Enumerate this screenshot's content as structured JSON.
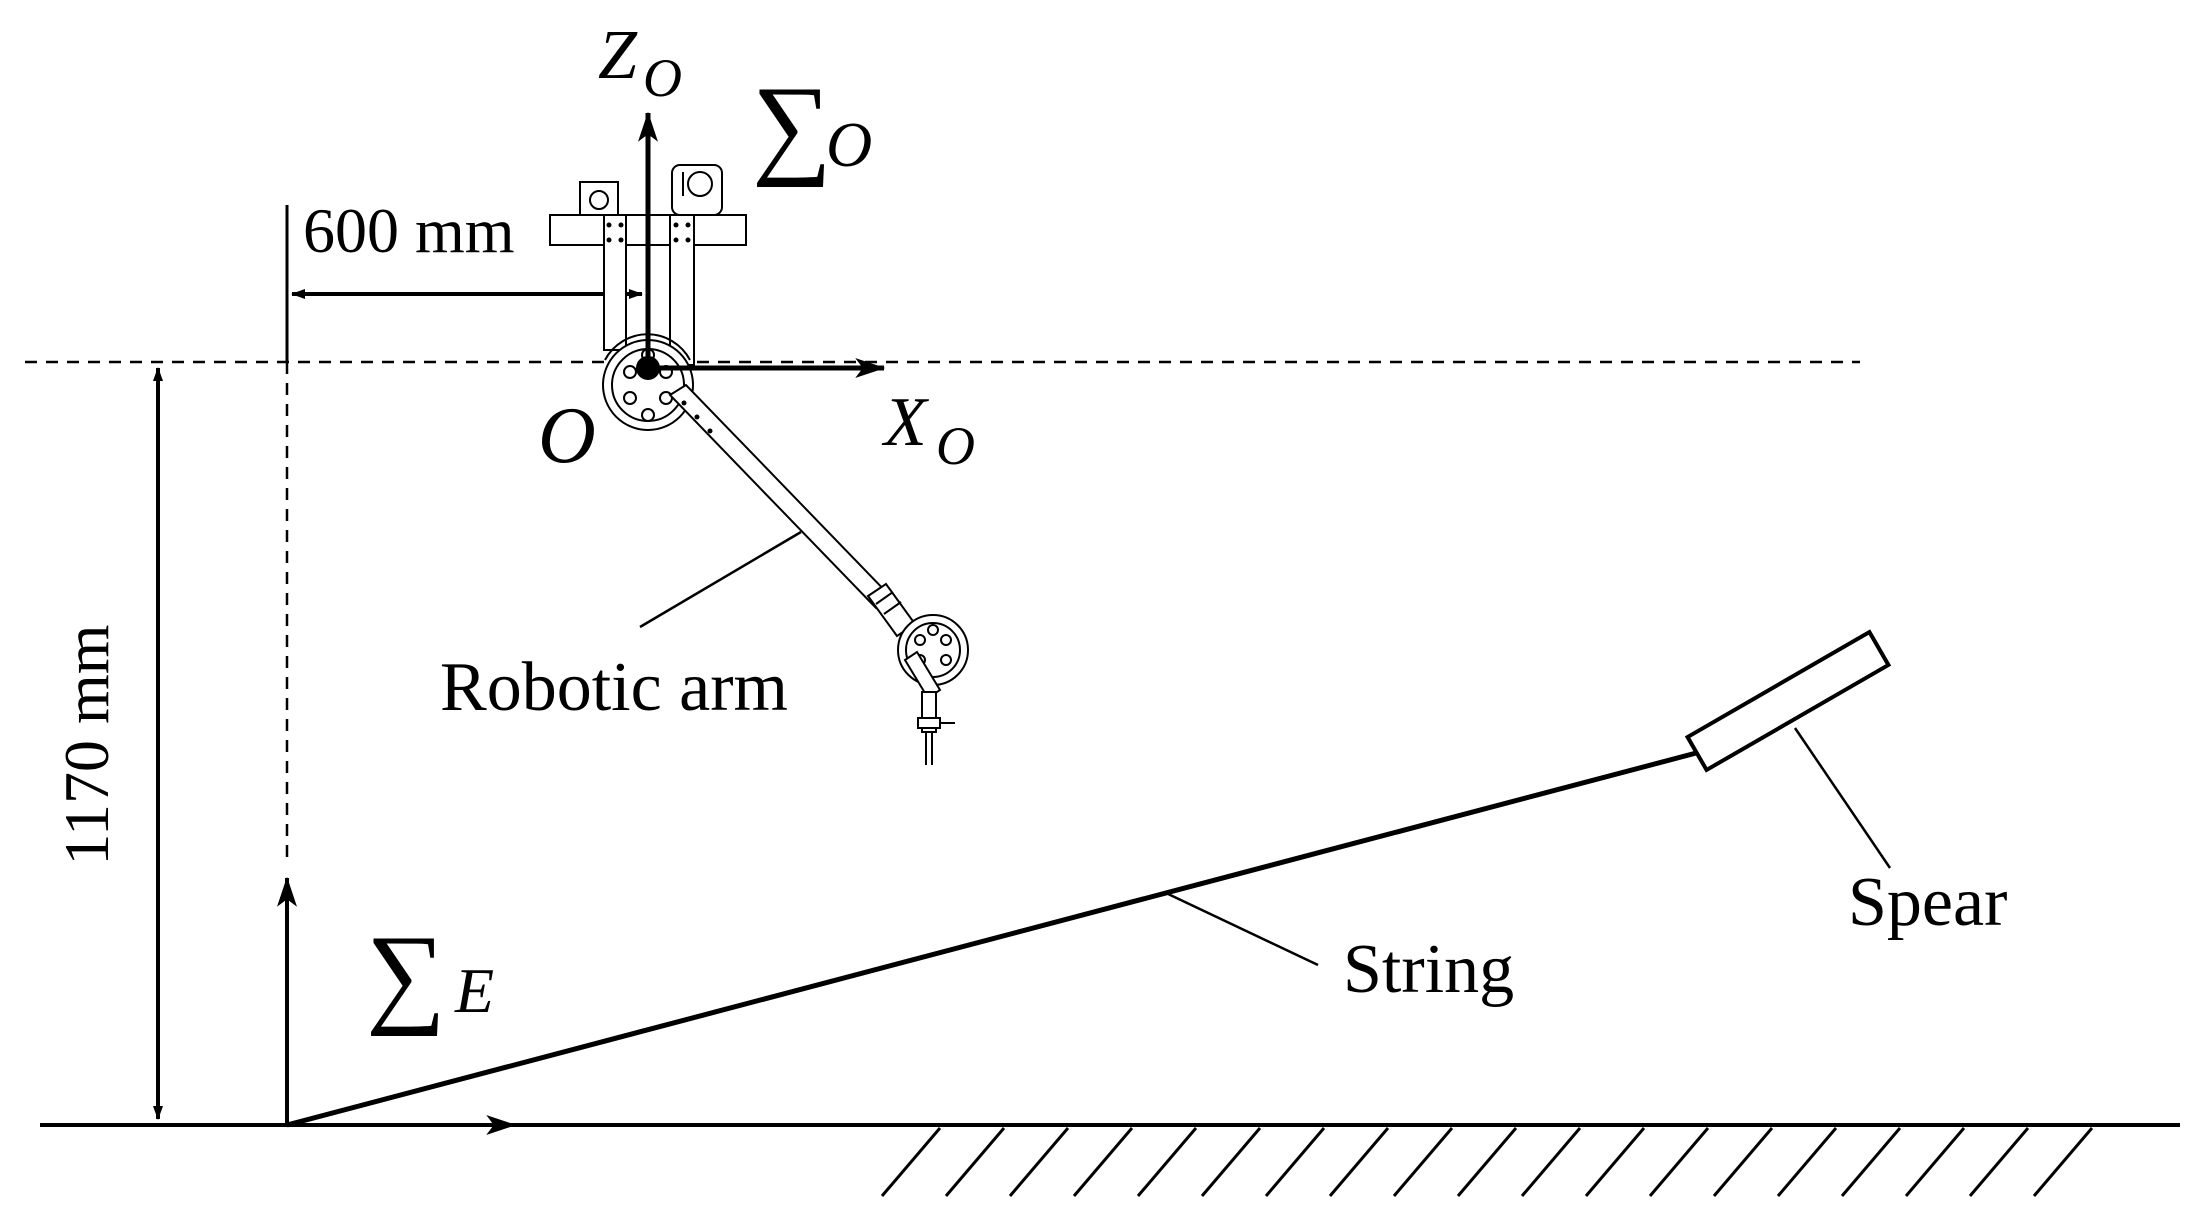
{
  "labels": {
    "dim_horizontal": "600 mm",
    "dim_vertical": "1170 mm",
    "origin": "O",
    "axis_z_main": "Z",
    "axis_z_sub": "O",
    "axis_x_main": "X",
    "axis_x_sub": "O",
    "frame_o_sigma": "∑",
    "frame_o_sub": "O",
    "frame_e_sigma": "∑",
    "frame_e_sub": "E",
    "robotic_arm": "Robotic arm",
    "string": "String",
    "spear": "Spear"
  },
  "colors": {
    "ink": "#000000",
    "background": "#ffffff"
  }
}
